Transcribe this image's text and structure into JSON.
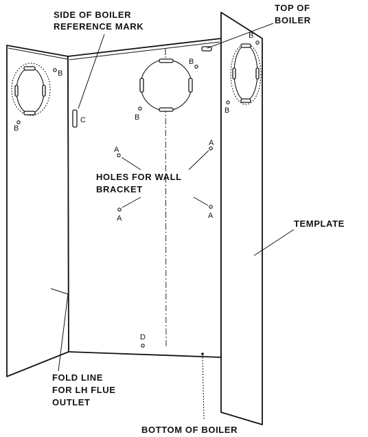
{
  "labels": {
    "side_mark": [
      "SIDE OF BOILER",
      "REFERENCE MARK"
    ],
    "top": [
      "TOP OF",
      "BOILER"
    ],
    "wall_bracket": [
      "HOLES FOR WALL",
      "BRACKET"
    ],
    "template": "TEMPLATE",
    "fold": [
      "FOLD LINE",
      "FOR LH FLUE",
      "OUTLET"
    ],
    "bottom": "BOTTOM OF BOILER"
  },
  "markers": {
    "a": "A",
    "b": "B",
    "c": "C",
    "d": "D"
  }
}
